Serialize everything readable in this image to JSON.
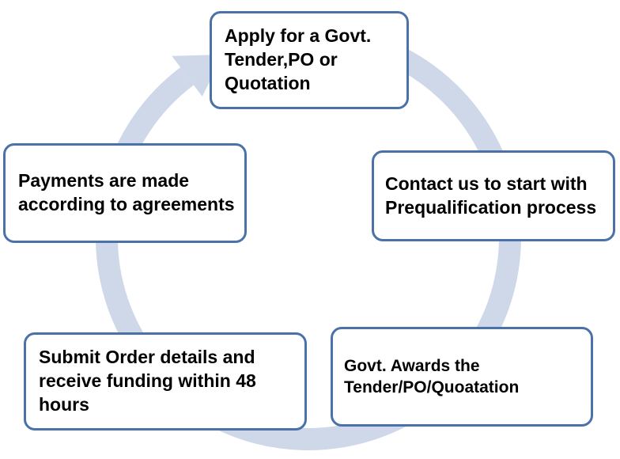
{
  "colors": {
    "box_border": "#4a72a8",
    "cycle_arrow": "#cfd8e8",
    "text": "#000000",
    "background": "#ffffff"
  },
  "cycle": {
    "direction": "clockwise",
    "arrow_head_near": "Apply for a Govt. Tender,PO or Quotation"
  },
  "steps": [
    {
      "text": "Apply for a Govt. Tender,PO or Quotation"
    },
    {
      "text": "Contact us to start with Prequalification process"
    },
    {
      "text": "Govt. Awards the Tender/PO/Quoatation"
    },
    {
      "text": "Submit Order details and receive funding within 48 hours"
    },
    {
      "text": "Payments are made according to agreements"
    }
  ]
}
